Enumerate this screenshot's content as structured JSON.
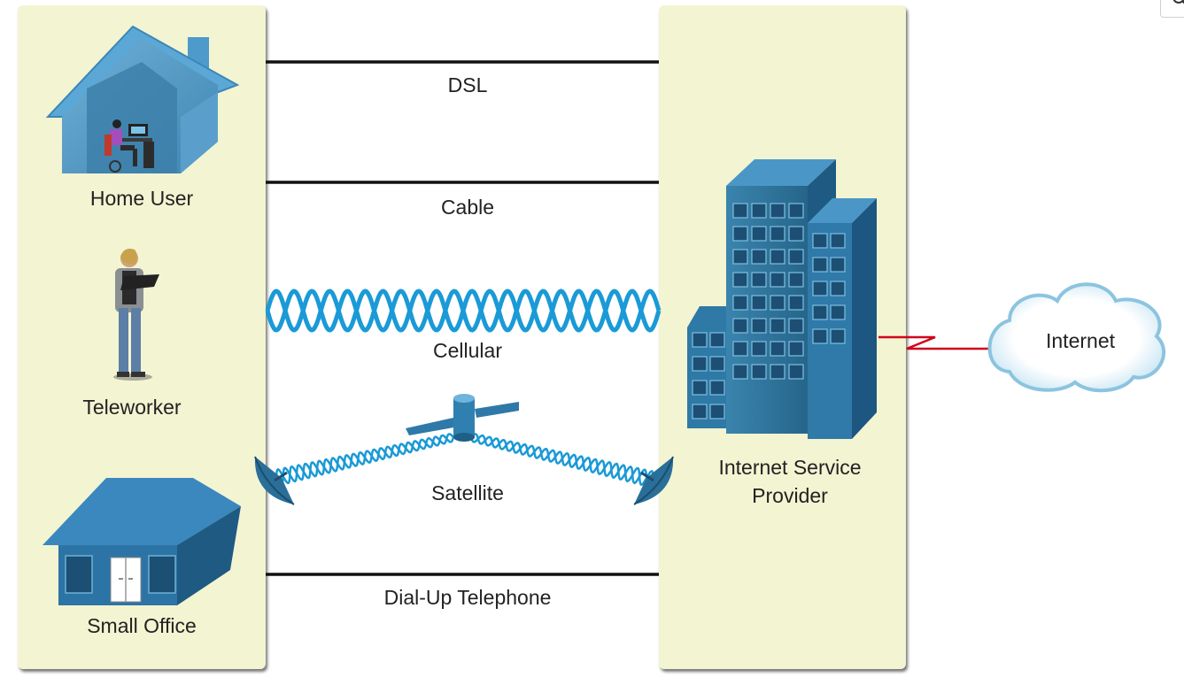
{
  "left_panel": {
    "nodes": [
      {
        "label": "Home User",
        "icon": "home-user-icon"
      },
      {
        "label": "Teleworker",
        "icon": "teleworker-icon"
      },
      {
        "label": "Small Office",
        "icon": "small-office-icon"
      }
    ]
  },
  "connections": [
    {
      "label": "DSL",
      "kind": "wired"
    },
    {
      "label": "Cable",
      "kind": "wired"
    },
    {
      "label": "Cellular",
      "kind": "wireless"
    },
    {
      "label": "Satellite",
      "kind": "satellite"
    },
    {
      "label": "Dial-Up Telephone",
      "kind": "wired"
    }
  ],
  "isp": {
    "label_line1": "Internet Service",
    "label_line2": "Provider",
    "icon": "isp-building-icon"
  },
  "cloud": {
    "label": "Internet",
    "icon": "internet-cloud-icon"
  },
  "colors": {
    "panel": "#f3f4d2",
    "wire": "#111111",
    "wave": "#1a9ad6",
    "serial_link": "#d0021b",
    "building_blue": "#2e6f93"
  }
}
